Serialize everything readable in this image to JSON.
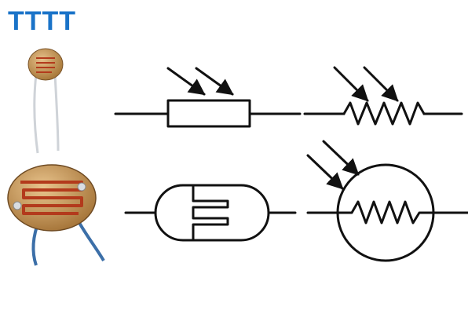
{
  "logo": {
    "text": "TTTT",
    "color": "#1a73c8"
  },
  "symbols": [
    {
      "kind": "rectangle-resistor-with-light-arrows"
    },
    {
      "kind": "zigzag-resistor-with-light-arrows"
    },
    {
      "kind": "photocell-capsule-with-serpentine-track"
    },
    {
      "kind": "circled-zigzag-resistor-with-light-arrows"
    }
  ],
  "photos": [
    {
      "kind": "small-ldr-component"
    },
    {
      "kind": "large-ldr-component"
    }
  ],
  "colors": {
    "line": "#111111",
    "component_body": "#c89a54",
    "serpentine_track": "#b33a1c",
    "lead_wire": "#cfd3d8",
    "insulated_lead": "#3c6fa8"
  }
}
